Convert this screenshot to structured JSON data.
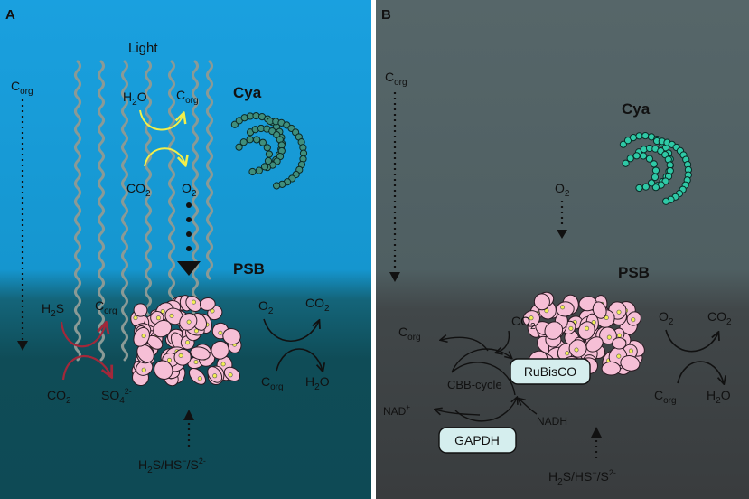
{
  "colors": {
    "panelA_top": "#1da3e0",
    "panelA_bottom": "#0f4a55",
    "panelB_top": "#536366",
    "panelB_bottom": "#3a3d3f",
    "wave": "#8a9a96",
    "yellow_arrow": "#f2ef4a",
    "red_arrow": "#a2283a",
    "psb_cell": "#f6bfd6",
    "psb_globule": "#f1ee55",
    "cya_cell_A": "#3f8e7c",
    "cya_cell_B": "#2fc9a6",
    "box_fill": "#d5eeee"
  },
  "panelA": {
    "letter": "A",
    "light": "Light",
    "corg_main": "C",
    "corg_sub": "org",
    "h2o_main": "H",
    "h2o_sub": "2",
    "h2o_tail": "O",
    "corg_top_main": "C",
    "corg_top_sub": "org",
    "co2_main": "CO",
    "co2_sub": "2",
    "o2_main": "O",
    "o2_sub": "2",
    "cya": "Cya",
    "psb": "PSB",
    "h2s_main": "H",
    "h2s_sub": "2",
    "h2s_tail": "S",
    "corg_mid_main": "C",
    "corg_mid_sub": "org",
    "co2b_main": "CO",
    "co2b_sub": "2",
    "so4_main": "SO",
    "so4_sub": "4",
    "so4_sup": "2-",
    "o2r_main": "O",
    "o2r_sub": "2",
    "co2r_main": "CO",
    "co2r_sub": "2",
    "corgr_main": "C",
    "corgr_sub": "org",
    "h2or_main": "H",
    "h2or_sub": "2",
    "h2or_tail": "O",
    "sulf_h": "H",
    "sulf_h_sub": "2",
    "sulf_s": "S/HS",
    "sulf_sup1": "−",
    "sulf_s2": "/S",
    "sulf_sup2": "2-"
  },
  "panelB": {
    "letter": "B",
    "corg_main": "C",
    "corg_sub": "org",
    "cya": "Cya",
    "o2_main": "O",
    "o2_sub": "2",
    "psb": "PSB",
    "corg_l_main": "C",
    "corg_l_sub": "org",
    "co2_main": "CO",
    "co2_sub": "2",
    "rubisco": "RuBisCO",
    "cbb": "CBB-cycle",
    "nad": "NAD",
    "nad_sup": "+",
    "nadh": "NADH",
    "gapdh": "GAPDH",
    "o2r_main": "O",
    "o2r_sub": "2",
    "co2r_main": "CO",
    "co2r_sub": "2",
    "corgr_main": "C",
    "corgr_sub": "org",
    "h2or_main": "H",
    "h2or_sub": "2",
    "h2or_tail": "O",
    "sulf_h": "H",
    "sulf_h_sub": "2",
    "sulf_s": "S/HS",
    "sulf_sup1": "−",
    "sulf_s2": "/S",
    "sulf_sup2": "2-"
  }
}
